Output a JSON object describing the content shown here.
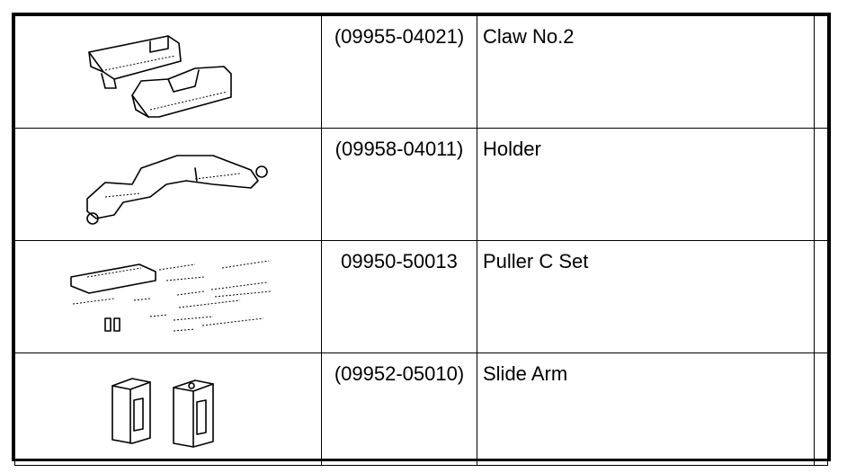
{
  "tools": [
    {
      "part_number": "(09955-04021)",
      "name": "Claw No.2",
      "icon": "claw-illustration"
    },
    {
      "part_number": "(09958-04011)",
      "name": "Holder",
      "icon": "holder-illustration"
    },
    {
      "part_number": "09950-50013",
      "name": "Puller C Set",
      "icon": "puller-set-illustration"
    },
    {
      "part_number": "(09952-05010)",
      "name": "Slide Arm",
      "icon": "slide-arm-illustration"
    }
  ]
}
